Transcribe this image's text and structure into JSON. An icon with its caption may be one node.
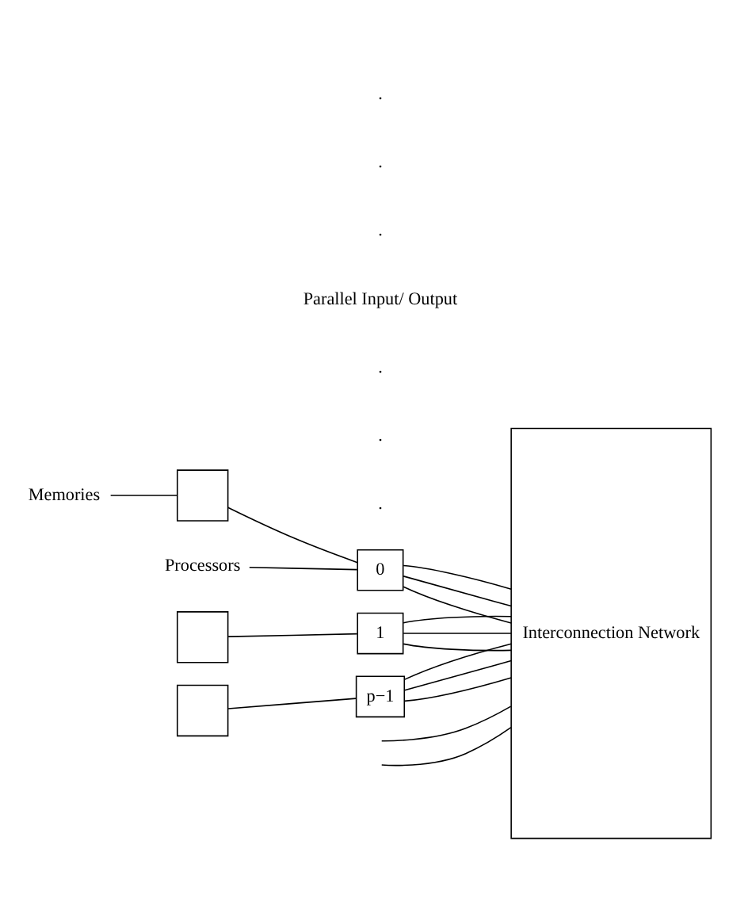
{
  "diagram": {
    "nodes": [
      {
        "text": [
          "Memories"
        ]
      },
      {
        "text": [
          "Processors"
        ]
      },
      {
        "text": [],
        "shape": "box"
      },
      {
        "text": [
          "0"
        ]
      },
      {
        "text": [],
        "shape": "box"
      },
      {
        "text": [
          "1"
        ]
      },
      {
        "text": [],
        "shape": "box"
      },
      {
        "text": [
          "p−1"
        ]
      },
      {
        "text": [
          "Interconnection Network"
        ]
      }
    ],
    "edges": [
      {
        "from": 0,
        "to": 2,
        "arrow": "none"
      },
      {
        "from": 1,
        "to": 3,
        "arrow": "none"
      },
      {
        "from": 2,
        "to": 3,
        "arrow": "none"
      },
      {
        "from": 3,
        "to": 8,
        "arrow": "none"
      },
      {
        "from": 3,
        "to": 8,
        "arrow": "none"
      },
      {
        "from": 3,
        "to": 8,
        "arrow": "none"
      },
      {
        "from": 4,
        "to": 5,
        "arrow": "none"
      },
      {
        "from": 5,
        "to": 8,
        "arrow": "none"
      },
      {
        "from": 5,
        "to": 8,
        "arrow": "none"
      },
      {
        "from": 5,
        "to": 8,
        "arrow": "none"
      },
      {
        "from": 6,
        "to": 7,
        "arrow": "none"
      },
      {
        "from": 7,
        "to": 8,
        "arrow": "none"
      },
      {
        "from": 7,
        "to": 8,
        "arrow": "none"
      },
      {
        "from": 7,
        "to": 8,
        "arrow": "none"
      },
      {
        "from": null,
        "to": 8,
        "arrow": "none"
      },
      {
        "from": null,
        "to": 8,
        "arrow": "none"
      }
    ],
    "labels": [
      ".",
      ".",
      ".",
      "Parallel Input/ Output",
      ".",
      ".",
      "."
    ]
  }
}
